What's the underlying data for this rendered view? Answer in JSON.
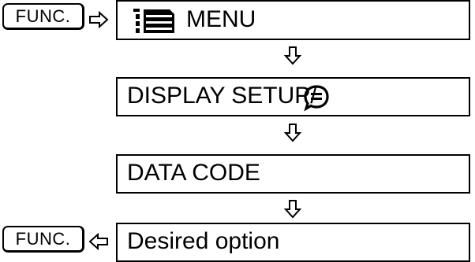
{
  "func_key_label": "FUNC.",
  "steps": [
    {
      "label": "MENU",
      "icon": "menu-icon"
    },
    {
      "label": "DISPLAY SETUP/",
      "icon": "speech-bubble-icon"
    },
    {
      "label": "DATA CODE"
    },
    {
      "label": "Desired option"
    }
  ],
  "arrows": {
    "func_to_menu": "right-arrow",
    "option_to_func": "left-arrow",
    "between_steps": "down-arrow"
  }
}
